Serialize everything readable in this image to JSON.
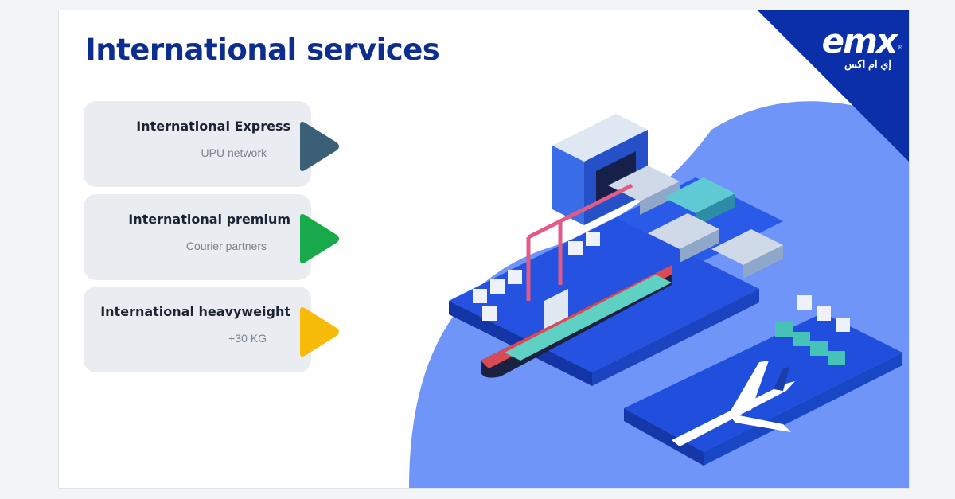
{
  "title": "International services",
  "brand": {
    "name": "emx",
    "registered": "®",
    "arabic": "إي ام اكس"
  },
  "services": [
    {
      "title": "International Express",
      "subtitle": "UPU network",
      "icon": "play-triangle-icon",
      "color": "#3a5f77"
    },
    {
      "title": "International premium",
      "subtitle": "Courier partners",
      "icon": "play-triangle-icon",
      "color": "#17a94a"
    },
    {
      "title": "International heavyweight",
      "subtitle": "+30 KG",
      "icon": "play-triangle-icon",
      "color": "#f7bc0a"
    }
  ],
  "colors": {
    "accent": "#0d2e8f",
    "brand_corner": "#0b2fa8",
    "backdrop": "#6f95f8",
    "card_bg": "#e9edf2"
  }
}
